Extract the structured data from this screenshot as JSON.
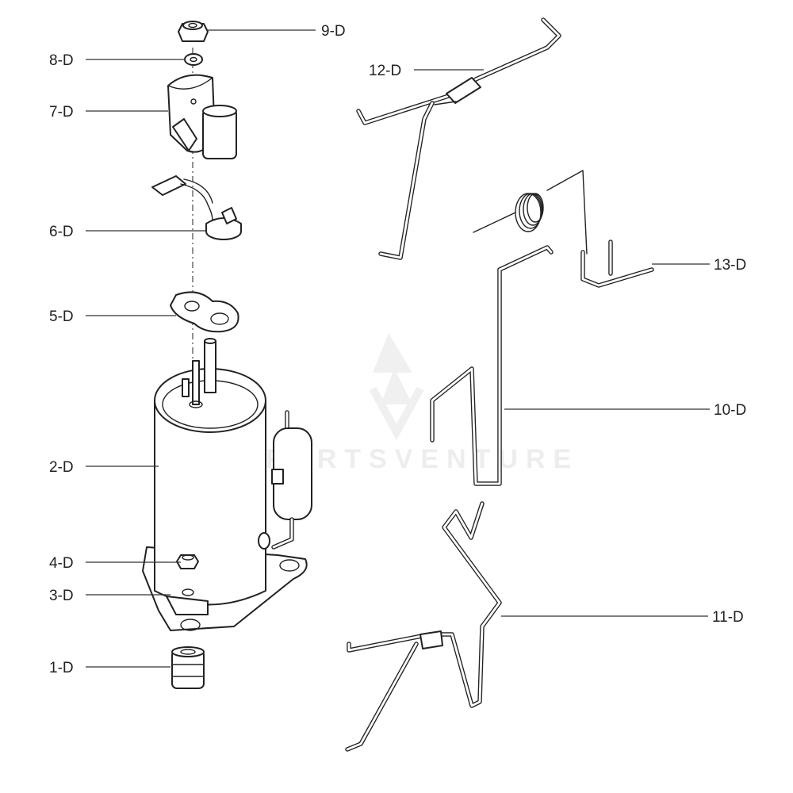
{
  "parts": [
    {
      "id": "1-D"
    },
    {
      "id": "2-D"
    },
    {
      "id": "3-D"
    },
    {
      "id": "4-D"
    },
    {
      "id": "5-D"
    },
    {
      "id": "6-D"
    },
    {
      "id": "7-D"
    },
    {
      "id": "8-D"
    },
    {
      "id": "9-D"
    },
    {
      "id": "10-D"
    },
    {
      "id": "11-D"
    },
    {
      "id": "12-D"
    },
    {
      "id": "13-D"
    }
  ],
  "watermark": {
    "text": "PARTSVENTURE"
  },
  "colors": {
    "ink": "#222222",
    "background": "#ffffff",
    "watermark": "#ececec"
  }
}
